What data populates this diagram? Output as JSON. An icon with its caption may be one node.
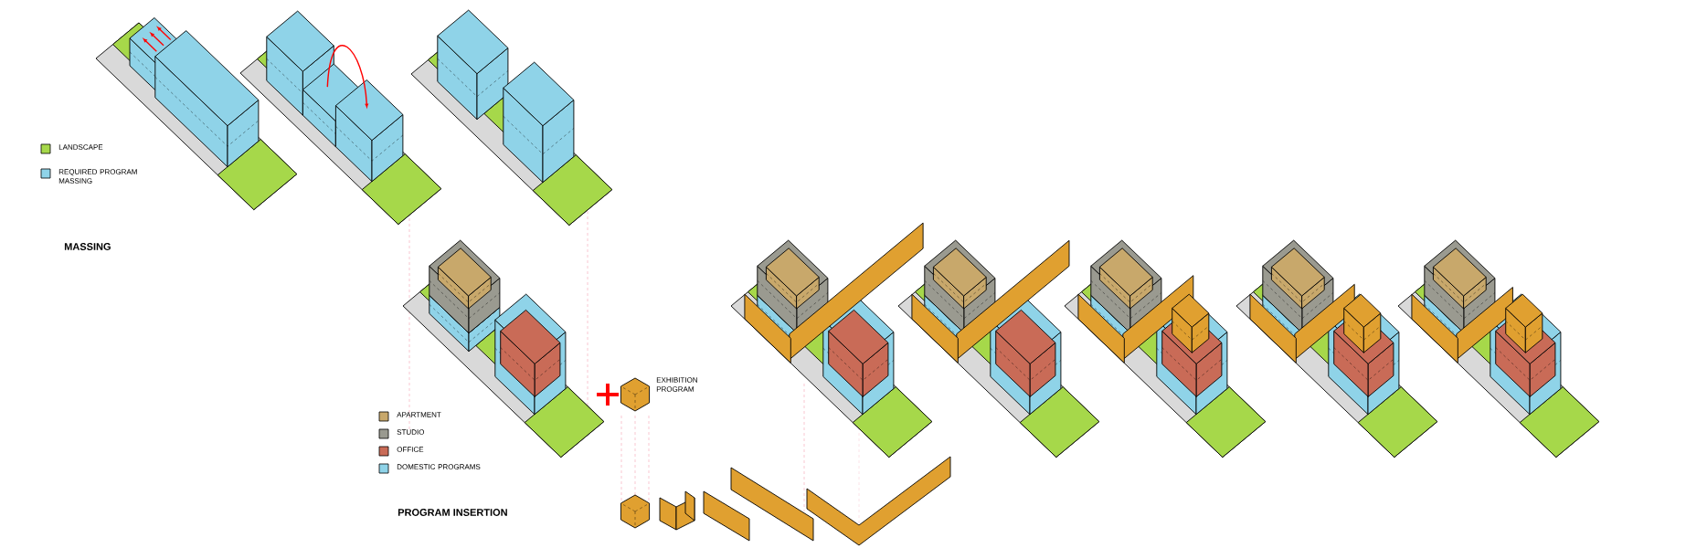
{
  "diagram": {
    "labels": [
      "MASSING",
      "EXHIBITION PROGRAM",
      "PROGRAM INSERTION"
    ],
    "legend": [
      {
        "text": "LANDSCAPE",
        "color": "#a6d84a"
      },
      {
        "text": "REQUIRED PROGRAM MASSING",
        "color": "#8fd3e8"
      },
      {
        "text": "APARTMENT",
        "color": "#c8a86b"
      },
      {
        "text": "STUDIO",
        "color": "#9a9a90"
      },
      {
        "text": "OFFICE",
        "color": "#c96b57"
      },
      {
        "text": "DOMESTIC PROGRAMS",
        "color": "#8fd3e8"
      }
    ]
  }
}
